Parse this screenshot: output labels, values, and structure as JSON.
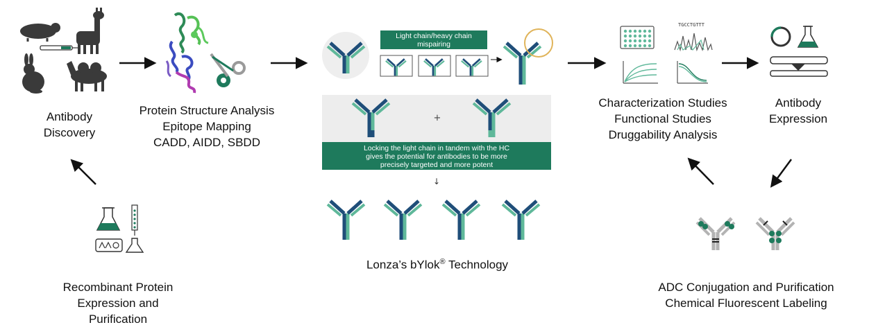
{
  "stages": {
    "discovery": {
      "lines": [
        "Antibody",
        "Discovery"
      ]
    },
    "structure": {
      "lines": [
        "Protein Structure Analysis",
        "Epitope Mapping",
        "CADD, AIDD, SBDD"
      ]
    },
    "bylok": {
      "banner_top_lines": [
        "Light chain/heavy chain",
        "mispairing"
      ],
      "plus": "+",
      "down_arrow": "↓",
      "banner_mid_lines": [
        "Locking the light chain in tandem with the HC",
        "gives the potential for antibodies to be more",
        "precisely targeted and more potent"
      ],
      "caption": "Lonza’s bYlok",
      "caption_reg": "®",
      "caption_tail": " Technology"
    },
    "characterization": {
      "lines": [
        "Characterization Studies",
        "Functional Studies",
        "Druggability Analysis"
      ],
      "sequence_text": "TGCCTGTTT"
    },
    "expression": {
      "lines": [
        "Antibody",
        "Expression"
      ]
    },
    "adc": {
      "lines": [
        "ADC Conjugation and Purification",
        "Chemical Fluorescent Labeling"
      ]
    },
    "recombinant": {
      "lines": [
        "Recombinant Protein",
        "Expression and",
        "Purification"
      ]
    }
  },
  "colors": {
    "teal": "#1e7a5c",
    "dark_blue": "#1f4e79",
    "light_teal": "#5fb89a",
    "gray": "#b3b3b3",
    "panel": "#ededed",
    "gold": "#e0b45a",
    "ink": "#111111"
  }
}
